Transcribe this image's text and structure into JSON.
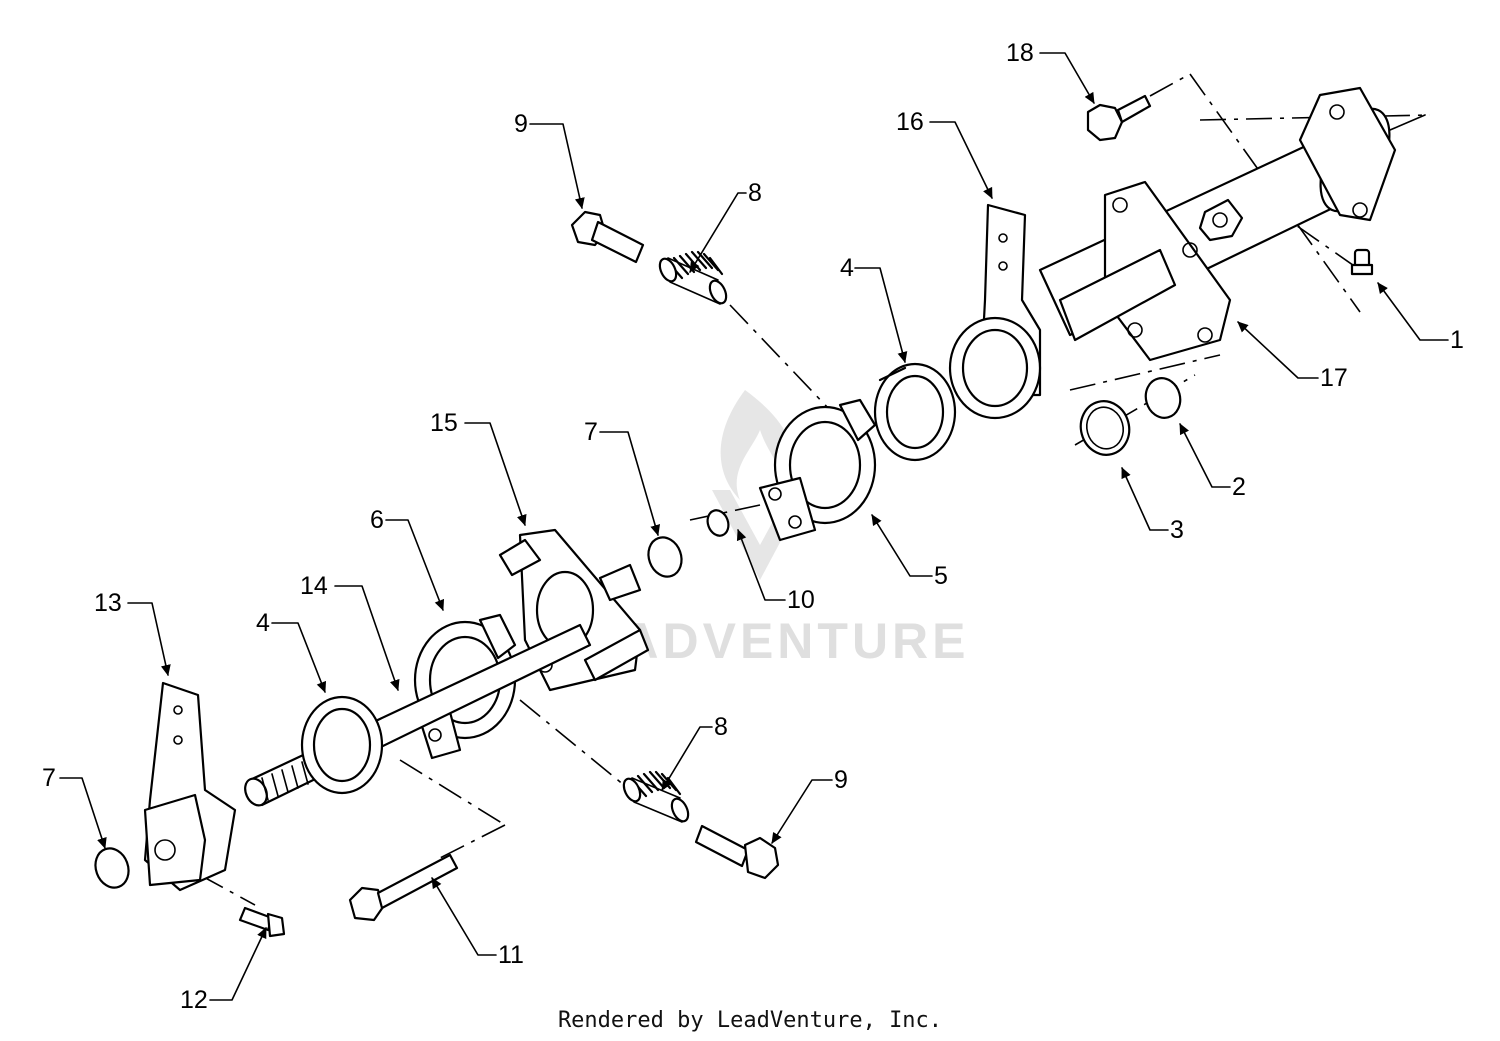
{
  "watermark": "LEADVENTURE",
  "footer": "Rendered by LeadVenture, Inc.",
  "callouts": {
    "c1": "1",
    "c2": "2",
    "c3": "3",
    "c4a": "4",
    "c4b": "4",
    "c5": "5",
    "c6": "6",
    "c7a": "7",
    "c7b": "7",
    "c8a": "8",
    "c8b": "8",
    "c9a": "9",
    "c9b": "9",
    "c10": "10",
    "c11": "11",
    "c12": "12",
    "c13": "13",
    "c14": "14",
    "c15": "15",
    "c16": "16",
    "c17": "17",
    "c18": "18"
  }
}
